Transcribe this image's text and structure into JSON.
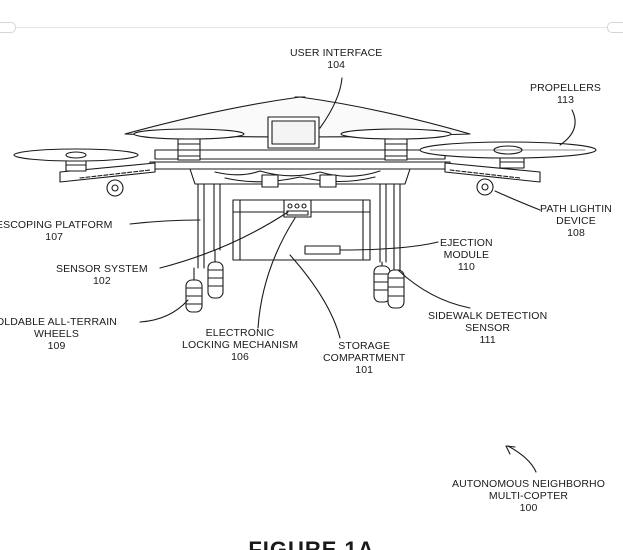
{
  "figure_title": "FIGURE 1A",
  "labels": {
    "user_interface": {
      "name": "USER INTERFACE",
      "ref": "104"
    },
    "propellers": {
      "name": "PROPELLERS",
      "ref": "113"
    },
    "telescoping_platform": {
      "name": "ESCOPING PLATFORM",
      "ref": "107"
    },
    "path_lighting": {
      "line1": "PATH LIGHTIN",
      "line2": "DEVICE",
      "ref": "108"
    },
    "ejection_module": {
      "line1": "EJECTION",
      "line2": "MODULE",
      "ref": "110"
    },
    "sensor_system": {
      "name": "SENSOR SYSTEM",
      "ref": "102"
    },
    "wheels": {
      "line1": "OLDABLE ALL-TERRAIN",
      "line2": "WHEELS",
      "ref": "109"
    },
    "sidewalk_sensor": {
      "line1": "SIDEWALK DETECTION",
      "line2": "SENSOR",
      "ref": "111"
    },
    "locking_mechanism": {
      "line1": "ELECTRONIC",
      "line2": "LOCKING MECHANISM",
      "ref": "106"
    },
    "storage": {
      "line1": "STORAGE",
      "line2": "COMPARTMENT",
      "ref": "101"
    },
    "multicopter": {
      "line1": "AUTONOMOUS NEIGHBORHO",
      "line2": "MULTI-COPTER",
      "ref": "100"
    }
  }
}
